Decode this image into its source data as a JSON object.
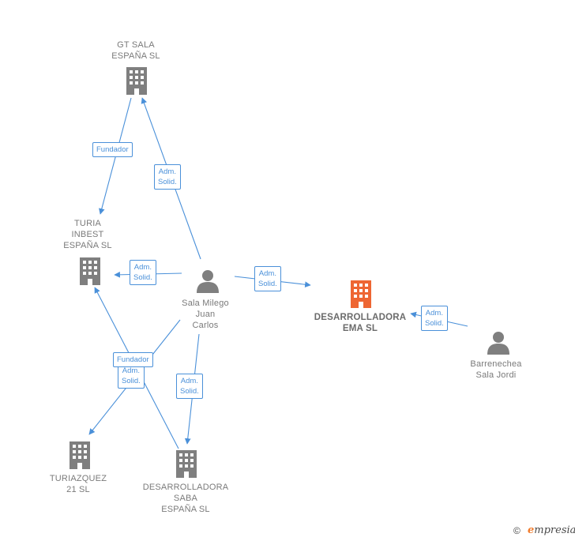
{
  "nodes": {
    "gt_sala": {
      "label": "GT SALA\nESPAÑA  SL"
    },
    "turia_inbest": {
      "label": "TURIA\nINBEST\nESPAÑA  SL"
    },
    "sala_milego": {
      "label": "Sala Milego\nJuan\nCarlos"
    },
    "desarrolladora_ema": {
      "label": "DESARROLLADORA\nEMA  SL"
    },
    "barrenechea": {
      "label": "Barrenechea\nSala Jordi"
    },
    "turiazquez": {
      "label": "TURIAZQUEZ\n21  SL"
    },
    "desarrolladora_saba": {
      "label": "DESARROLLADORA\nSABA\nESPAÑA  SL"
    }
  },
  "edges": {
    "fundador_1": "Fundador",
    "adm_gt": "Adm.\nSolid.",
    "adm_turia": "Adm.\nSolid.",
    "adm_ema": "Adm.\nSolid.",
    "adm_barrenechea": "Adm.\nSolid.",
    "fundador_2": "Fundador",
    "adm_turiazquez": "Adm.\nSolid.",
    "adm_saba": "Adm.\nSolid."
  },
  "footer": {
    "copyright": "©",
    "brand_initial": "e",
    "brand_rest": "mpresia"
  },
  "colors": {
    "edge": "#4a90d9",
    "company": "#7f7f7f",
    "focus_company": "#ee6633",
    "person": "#7f7f7f"
  }
}
